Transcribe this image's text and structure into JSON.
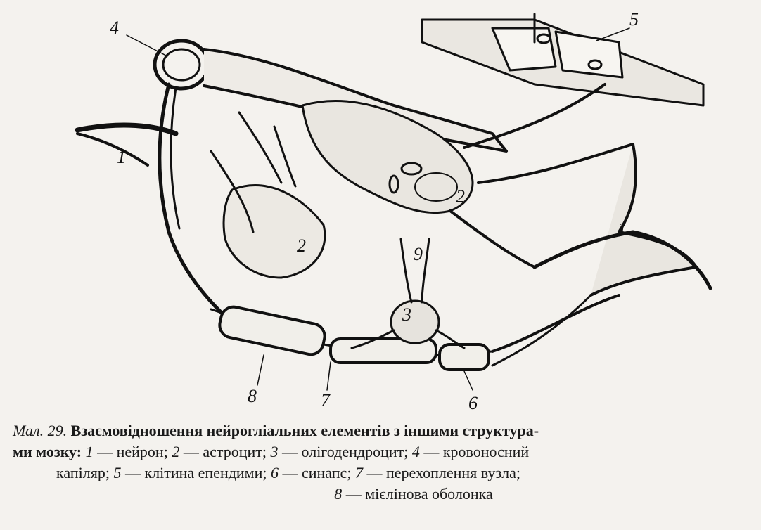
{
  "figure": {
    "callouts": {
      "neuron_left": "1",
      "neuron_right": "1",
      "astrocyte_upper": "2",
      "astrocyte_lower": "2",
      "oligodendrocyte": "3",
      "capillary": "4",
      "ependymal_cell": "5",
      "synapse": "6",
      "node_of_ranvier": "7",
      "myelin_sheath": "8",
      "marker_nine": "9"
    }
  },
  "caption": {
    "fig_label": "Мал. 29.",
    "title_line1": "Взаємовідношення нейрогліальних елементів з іншими структура-",
    "title_line2_bold": "ми мозку:",
    "n1": "1",
    "t1": "— нейрон;",
    "n2": "2",
    "t2": "— астроцит;",
    "n3": "3",
    "t3": "— олігодендроцит;",
    "n4": "4",
    "t4": "— кровоносний",
    "t4b": "капіляр;",
    "n5": "5",
    "t5": "— клітина епендими;",
    "n6": "6",
    "t6": "— синапс;",
    "n7": "7",
    "t7": "— перехоплення вузла;",
    "n8": "8",
    "t8": "— мієлінова оболонка"
  }
}
